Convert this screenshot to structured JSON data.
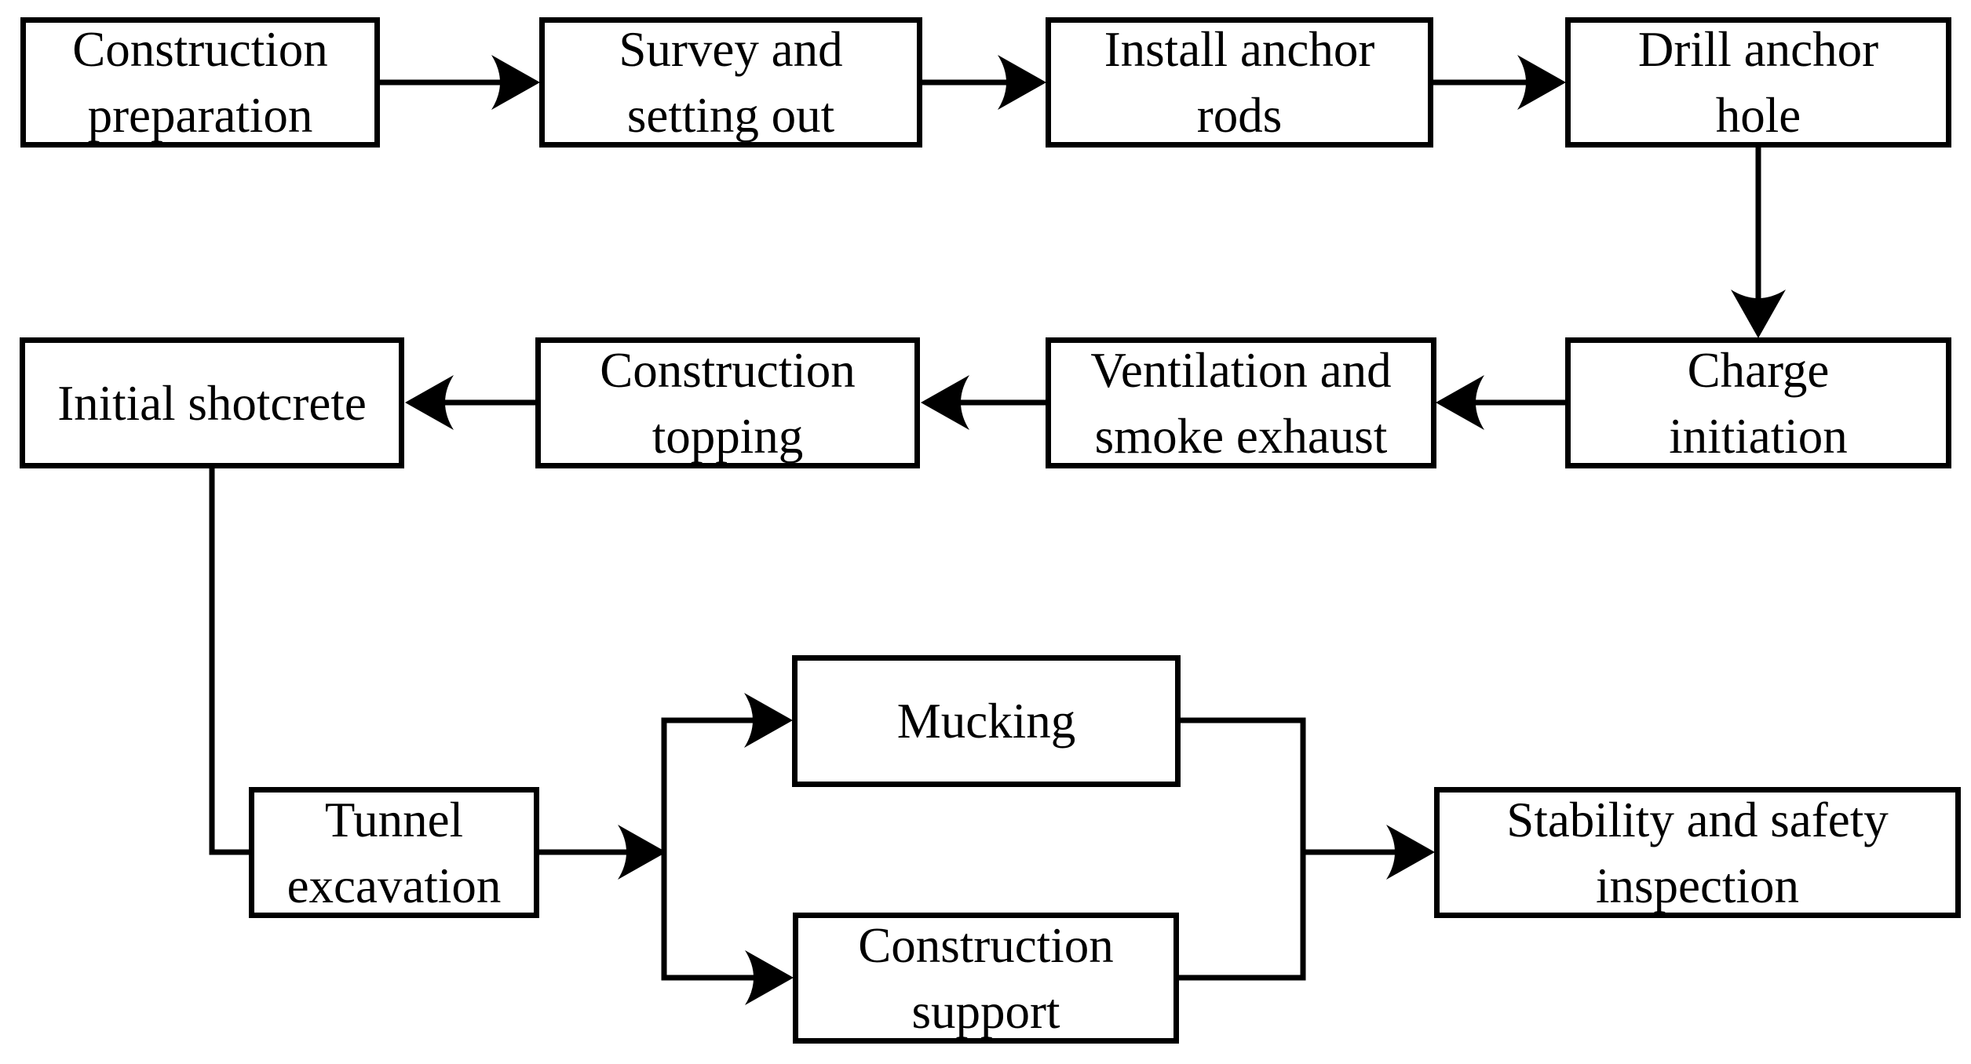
{
  "diagram_type": "flowchart",
  "colors": {
    "ink": "#000000",
    "paper": "#ffffff",
    "box_fill": "#ffffff"
  },
  "nodes": [
    {
      "id": "construction-preparation",
      "label": "Construction\npreparation"
    },
    {
      "id": "survey-setting-out",
      "label": "Survey and\nsetting out"
    },
    {
      "id": "install-anchor-rods",
      "label": "Install anchor\nrods"
    },
    {
      "id": "drill-anchor-hole",
      "label": "Drill anchor\nhole"
    },
    {
      "id": "charge-initiation",
      "label": "Charge\ninitiation"
    },
    {
      "id": "ventilation-smoke-exhaust",
      "label": "Ventilation and\nsmoke exhaust"
    },
    {
      "id": "construction-topping",
      "label": "Construction\ntopping"
    },
    {
      "id": "initial-shotcrete",
      "label": "Initial shotcrete"
    },
    {
      "id": "tunnel-excavation",
      "label": "Tunnel\nexcavation"
    },
    {
      "id": "mucking",
      "label": "Mucking"
    },
    {
      "id": "construction-support",
      "label": "Construction\nsupport"
    },
    {
      "id": "stability-safety-inspection",
      "label": "Stability and safety\ninspection"
    }
  ],
  "edges": [
    {
      "from": "construction-preparation",
      "to": "survey-setting-out",
      "arrowhead": true,
      "direction": "right"
    },
    {
      "from": "survey-setting-out",
      "to": "install-anchor-rods",
      "arrowhead": true,
      "direction": "right"
    },
    {
      "from": "install-anchor-rods",
      "to": "drill-anchor-hole",
      "arrowhead": true,
      "direction": "right"
    },
    {
      "from": "drill-anchor-hole",
      "to": "charge-initiation",
      "arrowhead": true,
      "direction": "down"
    },
    {
      "from": "charge-initiation",
      "to": "ventilation-smoke-exhaust",
      "arrowhead": true,
      "direction": "left"
    },
    {
      "from": "ventilation-smoke-exhaust",
      "to": "construction-topping",
      "arrowhead": true,
      "direction": "left"
    },
    {
      "from": "construction-topping",
      "to": "initial-shotcrete",
      "arrowhead": true,
      "direction": "left"
    },
    {
      "from": "initial-shotcrete",
      "to": "tunnel-excavation",
      "arrowhead": false,
      "direction": "down-right-elbow"
    },
    {
      "from": "tunnel-excavation",
      "to": "branch-split",
      "arrowhead": true,
      "direction": "right"
    },
    {
      "from": "branch-split",
      "to": "mucking",
      "arrowhead": true,
      "direction": "right"
    },
    {
      "from": "branch-split",
      "to": "construction-support",
      "arrowhead": true,
      "direction": "right"
    },
    {
      "from": "mucking",
      "to": "merge-join",
      "arrowhead": false,
      "direction": "right-down-elbow"
    },
    {
      "from": "construction-support",
      "to": "merge-join",
      "arrowhead": false,
      "direction": "right-up-elbow"
    },
    {
      "from": "merge-join",
      "to": "stability-safety-inspection",
      "arrowhead": true,
      "direction": "right"
    }
  ]
}
